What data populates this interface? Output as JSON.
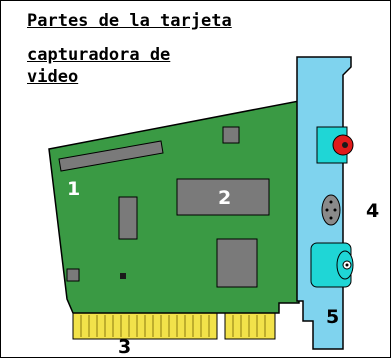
{
  "title": {
    "line1": "Partes de la tarjeta",
    "line2": "capturadora de",
    "line3": "video"
  },
  "part_labels": {
    "p1": "1",
    "p2": "2",
    "p3": "3",
    "p4": "4",
    "p5": "5"
  },
  "colors": {
    "board": "#3a9a44",
    "bracket": "#7fd3ee",
    "chip": "#7a7a7a",
    "pins": "#f2e24a",
    "connector_red": "#e11b1b",
    "connector_cyan": "#1fd6d6",
    "outline": "#000000"
  }
}
